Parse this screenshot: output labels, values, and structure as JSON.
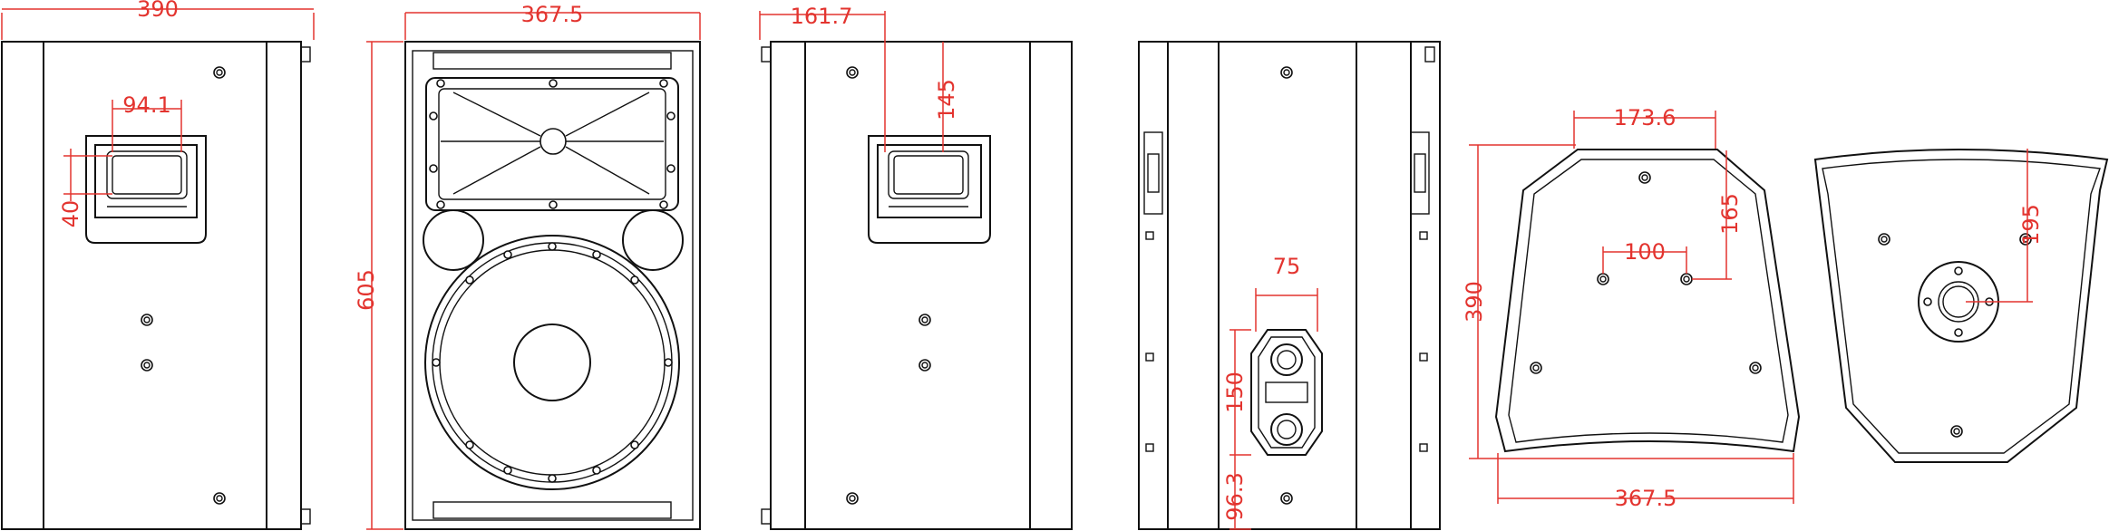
{
  "colors": {
    "outline": "#111111",
    "dimension": "#e3342f",
    "background": "#ffffff"
  },
  "views": {
    "side_left": {
      "dim_width": "390",
      "dim_handle_width": "94.1",
      "dim_handle_height": "40"
    },
    "front": {
      "dim_width": "367.5",
      "dim_height": "605"
    },
    "side_right": {
      "dim_offset": "161.7",
      "dim_handle_offset": "145"
    },
    "rear": {
      "dim_connector_spacing": "75",
      "dim_connector_height": "150",
      "dim_connector_offset": "96.3"
    },
    "top": {
      "dim_top_width": "173.6",
      "dim_depth": "390",
      "dim_mount_spacing": "100",
      "dim_mount_offset": "165",
      "dim_bottom_width": "367.5"
    },
    "bottom": {
      "dim_pole_offset": "195"
    }
  }
}
